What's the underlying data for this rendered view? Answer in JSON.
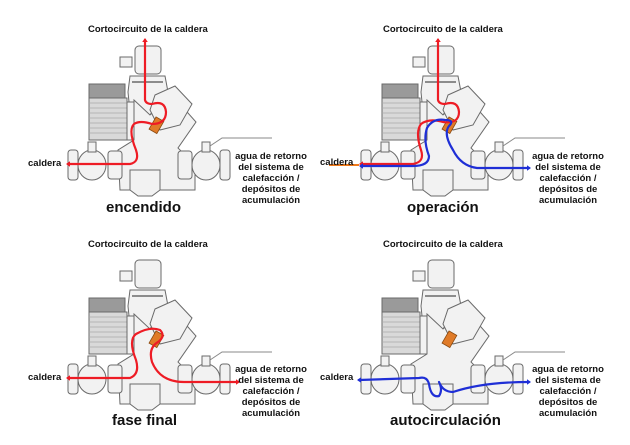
{
  "colors": {
    "hot_flow": "#ee1c25",
    "cold_flow": "#1f2fd6",
    "boiler_feed": "#f07a1a",
    "thermostat_element": "#e07b28",
    "outline": "#6a6a6a",
    "body_fill": "#f2f2f2",
    "motor_fill": "#d9d9d9"
  },
  "panels": [
    {
      "id": "encendido",
      "title": "encendido",
      "top_label": "Cortocircuito de la caldera",
      "left_label": "caldera",
      "right_label_lines": [
        "agua de retorno",
        "del sistema de",
        "calefacción /",
        "depósitos de",
        "acumulación"
      ],
      "flows": [
        "hot-bypass"
      ]
    },
    {
      "id": "operacion",
      "title": "operación",
      "top_label": "Cortocircuito de la caldera",
      "left_label": "caldera",
      "right_label_lines": [
        "agua de retorno",
        "del sistema de",
        "calefacción /",
        "depósitos de",
        "acumulación"
      ],
      "flows": [
        "hot-bypass",
        "cold-return",
        "boiler-feed"
      ]
    },
    {
      "id": "fase-final",
      "title": "fase final",
      "top_label": "Cortocircuito de la caldera",
      "left_label": "caldera",
      "right_label_lines": [
        "agua de retorno",
        "del sistema de",
        "calefacción /",
        "depósitos de",
        "acumulación"
      ],
      "flows": [
        "hot-through"
      ]
    },
    {
      "id": "autocirculacion",
      "title": "autocirculación",
      "top_label": "Cortocircuito de la caldera",
      "left_label": "caldera",
      "right_label_lines": [
        "agua de retorno",
        "del sistema de",
        "calefacción /",
        "depósitos de",
        "acumulación"
      ],
      "flows": [
        "cold-gravity"
      ]
    }
  ]
}
